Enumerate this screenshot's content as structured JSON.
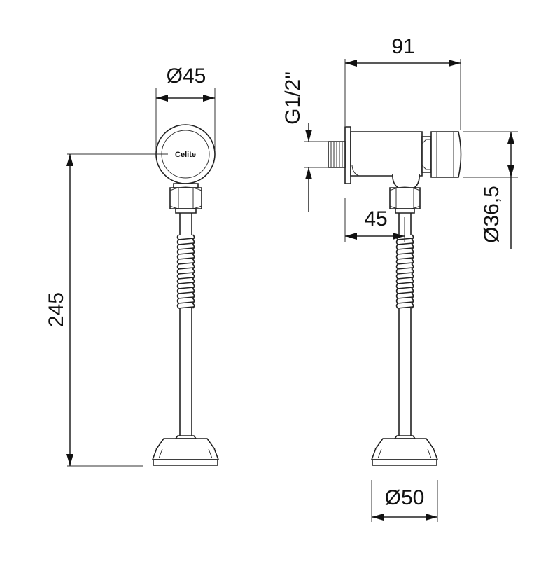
{
  "drawing": {
    "brand_logo": "Celite",
    "dimensions": {
      "front_width": "Ø45",
      "total_height": "245",
      "side_depth": "91",
      "thread": "G1/2\"",
      "button_diameter": "Ø36,5",
      "offset": "45",
      "base_diameter": "Ø50"
    }
  }
}
